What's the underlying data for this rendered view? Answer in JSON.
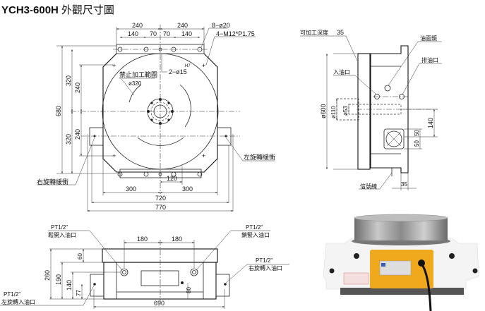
{
  "title": {
    "model": "YCH3-600H",
    "subtitle": "外觀尺寸圖"
  },
  "top_view": {
    "dims": {
      "d240_left": "240",
      "d240_right": "240",
      "d140_left": "140",
      "d70_left": "70",
      "d70_right": "70",
      "d140_right": "140",
      "d680": "680",
      "d320_top": "320",
      "d240_top": "240",
      "d320_bottom": "320",
      "d240_bottom": "240",
      "d120": "120",
      "d300_left": "300",
      "d300_right": "300",
      "d720": "720",
      "d770": "770"
    },
    "callouts": {
      "holes_20": "8−ø20",
      "tap": "4−M12*P1.75",
      "pin": "2−ø15",
      "fit": "H7",
      "no_machining": "禁止加工範圍",
      "dia320": "ø320",
      "right_buffer": "右旋轉緩衝",
      "left_buffer": "左旋轉緩衝"
    }
  },
  "side_view": {
    "machinable_depth_label": "可加工深度",
    "machinable_depth": "35",
    "oil_gauge": "油面鏡",
    "oil_outlet": "排油口",
    "oil_inlet": "入油口",
    "d600": "ø600",
    "d110": "ø110",
    "d53": "ø53",
    "d140": "140",
    "d50a": "50",
    "d50b": "50",
    "signal_line": "信號線",
    "d35": "35"
  },
  "front_view": {
    "port": "PT1/2\"",
    "unclamp_inlet": "鬆開入油口",
    "clamp_inlet": "鎖緊入油口",
    "right_rot_inlet": "右旋轉入油口",
    "left_rot_inlet": "左旋轉入油口",
    "dims": {
      "d180_left": "180",
      "d180_right": "180",
      "d60": "60",
      "d260": "260",
      "d190": "190",
      "d140": "140",
      "d77": "77",
      "d80": "80",
      "d690": "690"
    }
  },
  "photo": {
    "body_color": "#f4f4f4",
    "panel_color": "#f0a91c",
    "table_color": "#9a9a9a"
  }
}
